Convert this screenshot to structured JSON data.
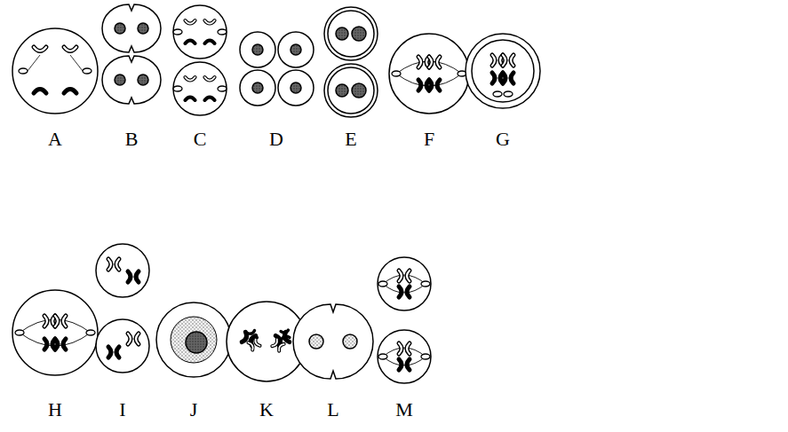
{
  "diagram": {
    "labels": [
      "A",
      "B",
      "C",
      "D",
      "E",
      "F",
      "G",
      "H",
      "I",
      "J",
      "K",
      "L",
      "M"
    ]
  }
}
